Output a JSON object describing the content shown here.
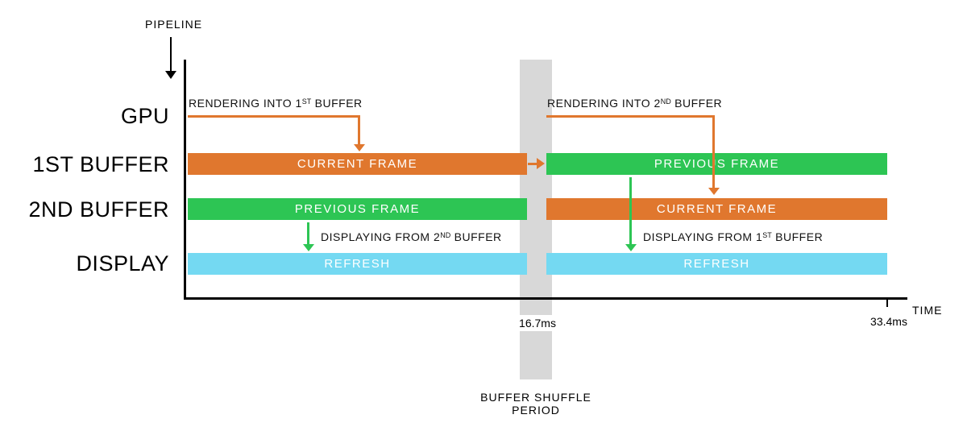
{
  "pipeline": {
    "label": "PIPELINE"
  },
  "rows": {
    "gpu": "GPU",
    "buffer1": "1ST BUFFER",
    "buffer2": "2ND BUFFER",
    "display": "DISPLAY"
  },
  "bars": {
    "buffer1_first": {
      "label": "CURRENT FRAME",
      "color": "#e0772e"
    },
    "buffer1_second": {
      "label": "PREVIOUS FRAME",
      "color": "#2dc554"
    },
    "buffer2_first": {
      "label": "PREVIOUS FRAME",
      "color": "#2dc554"
    },
    "buffer2_second": {
      "label": "CURRENT FRAME",
      "color": "#e0772e"
    },
    "display_first": {
      "label": "REFRESH",
      "color": "#74d9f2"
    },
    "display_second": {
      "label": "REFRESH",
      "color": "#74d9f2"
    }
  },
  "annotations": {
    "render1": {
      "pre": "RENDERING INTO 1",
      "sup": "ST",
      "post": " BUFFER"
    },
    "render2": {
      "pre": "RENDERING INTO 2",
      "sup": "ND",
      "post": " BUFFER"
    },
    "display2": {
      "pre": "DISPLAYING FROM 2",
      "sup": "ND",
      "post": " BUFFER"
    },
    "display1": {
      "pre": "DISPLAYING FROM 1",
      "sup": "ST",
      "post": " BUFFER"
    }
  },
  "time_axis": {
    "label": "TIME",
    "tick1": "16.7ms",
    "tick2": "33.4ms"
  },
  "shuffle": {
    "caption": "BUFFER SHUFFLE PERIOD"
  },
  "colors": {
    "orange": "#e0772e",
    "green": "#2dc554",
    "cyan": "#74d9f2",
    "gray_band": "#d8d8d8",
    "axis": "#000000"
  }
}
